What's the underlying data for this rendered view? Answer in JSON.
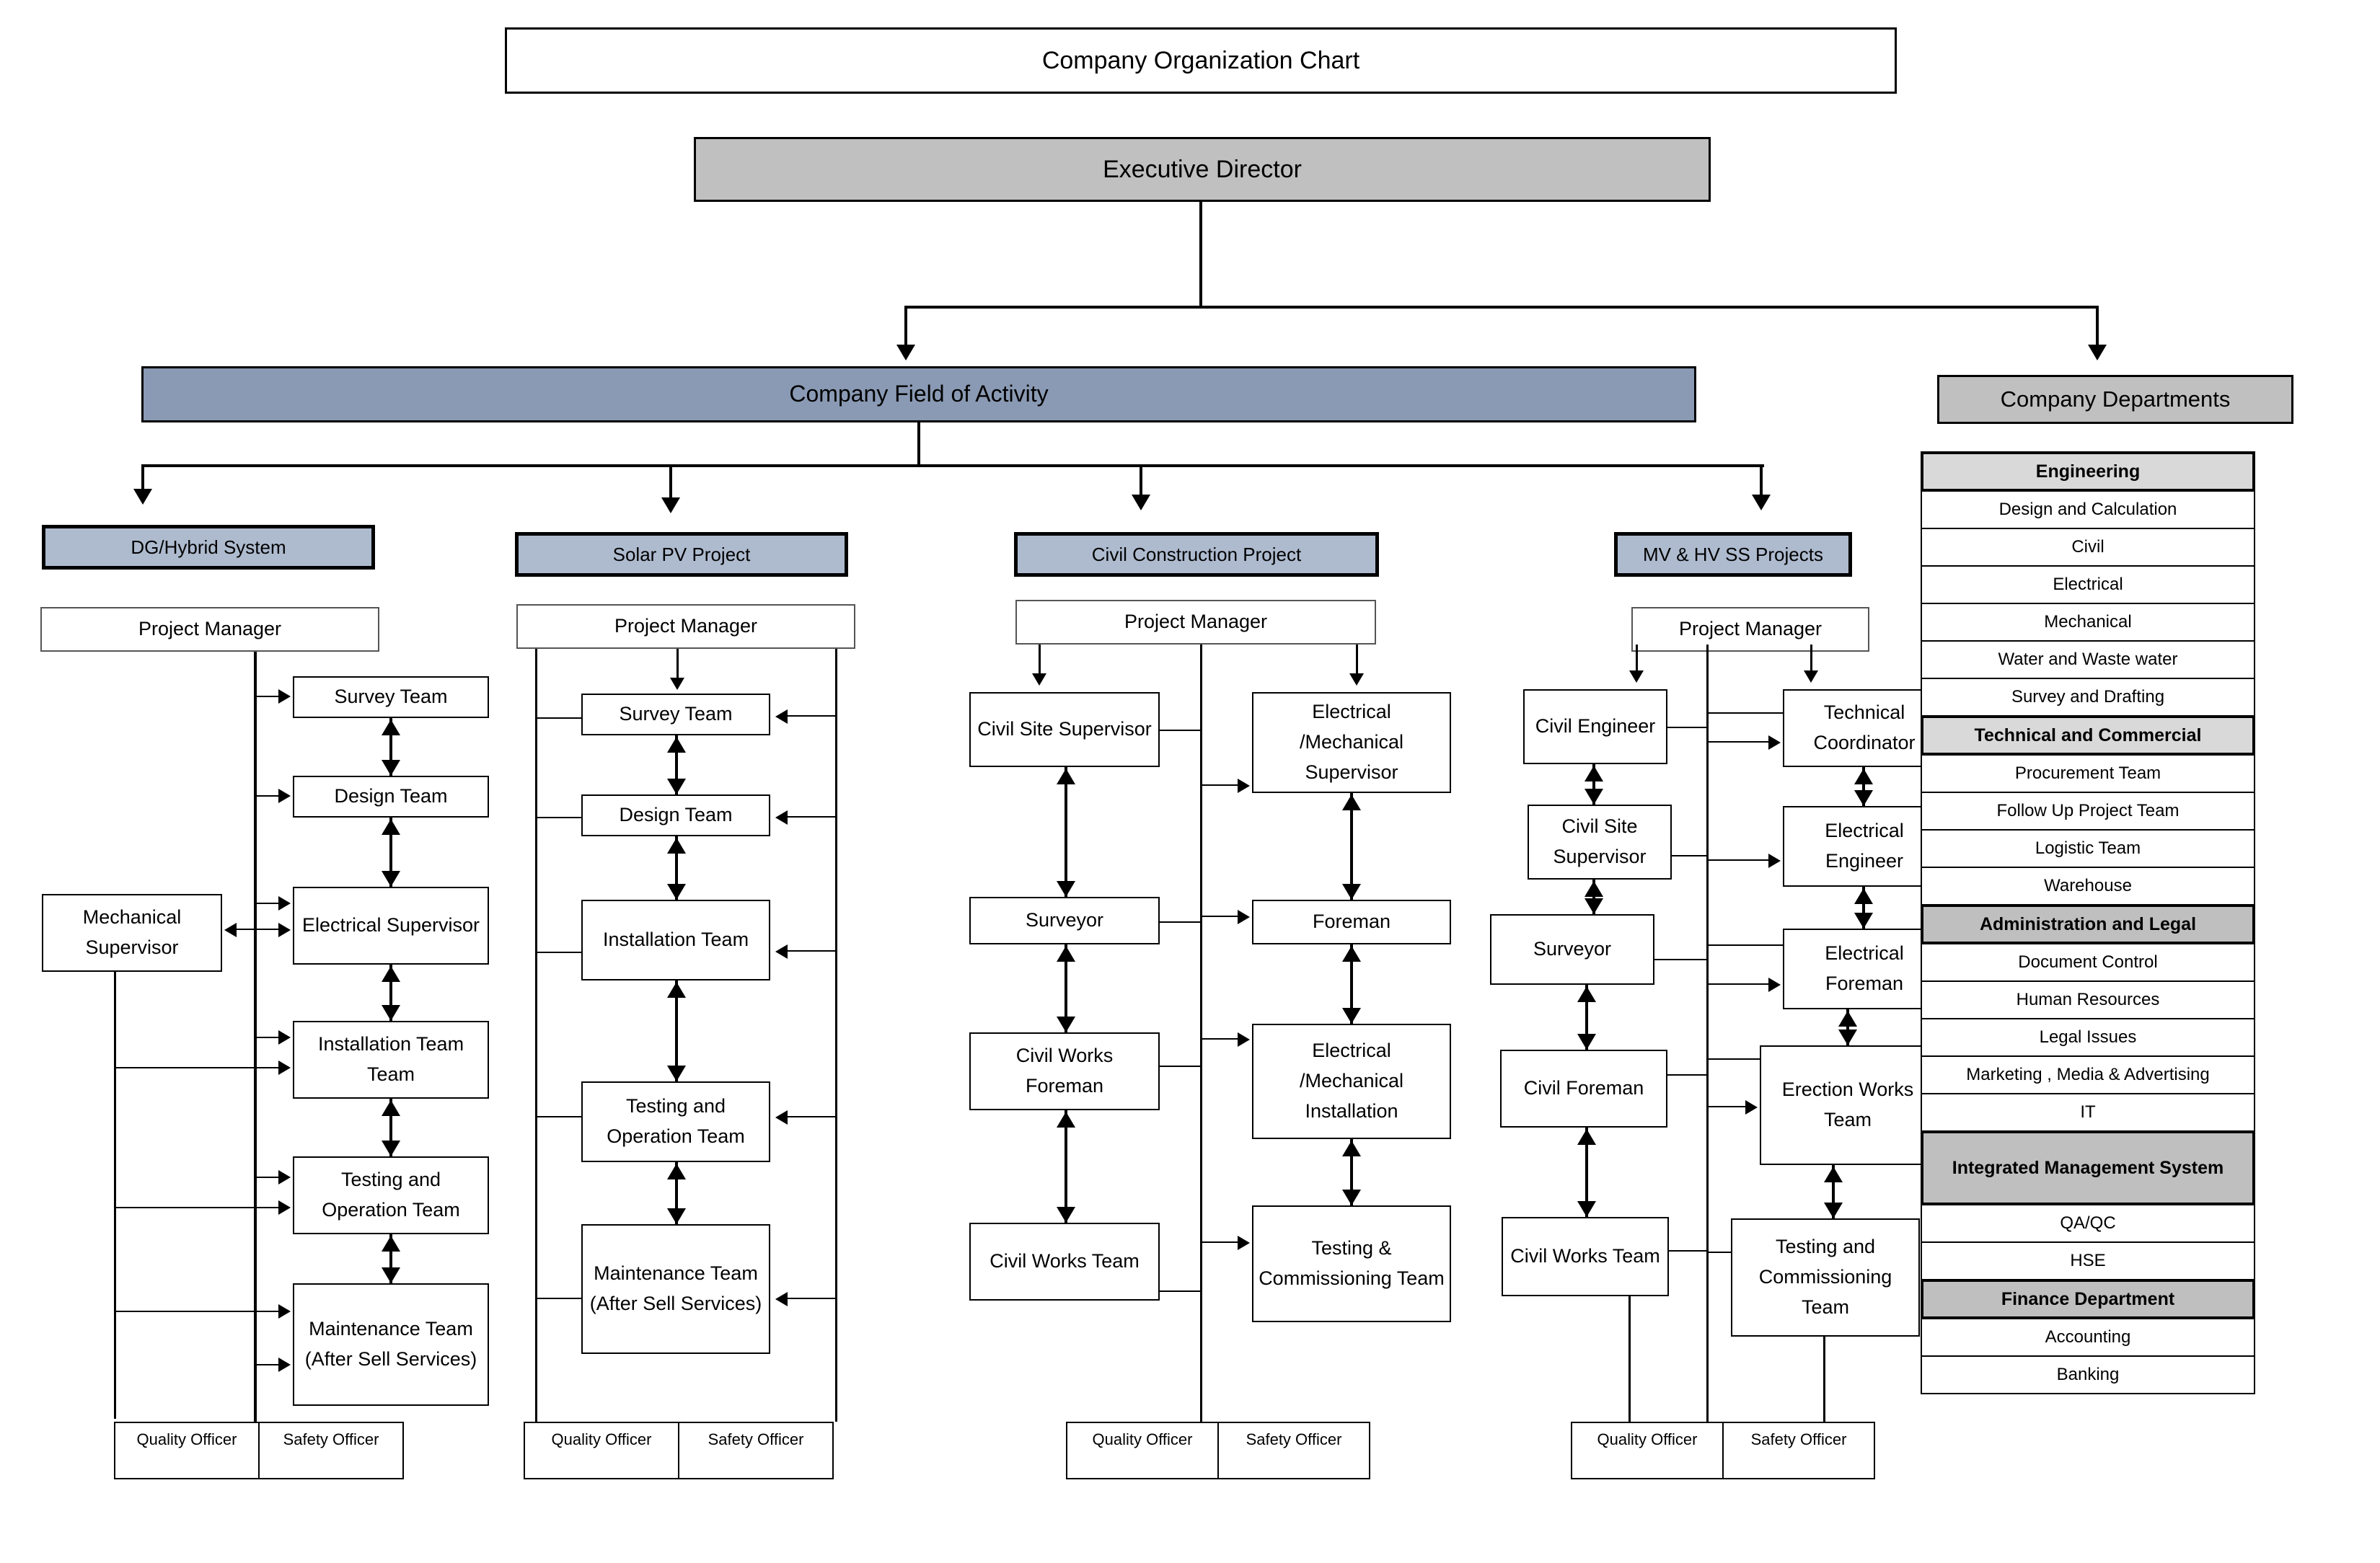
{
  "chart_data": {
    "type": "diagram",
    "title": "Company Organization Chart",
    "root": "Executive Director",
    "branches": [
      "Company Field of Activity",
      "Company Departments"
    ]
  },
  "title": "Company Organization Chart",
  "executive": "Executive Director",
  "activity_header": "Company Field of Activity",
  "departments_header": "Company Departments",
  "labels": {
    "project_manager": "Project Manager",
    "quality_officer": "Quality Officer",
    "safety_officer": "Safety Officer"
  },
  "projects": [
    {
      "name": "DG/Hybrid System",
      "manager": "Project Manager",
      "side_node": "Mechanical Supervisor",
      "nodes": [
        "Survey Team",
        "Design  Team",
        "Electrical Supervisor",
        "Installation Team Team",
        "Testing and Operation Team",
        "Maintenance Team (After Sell Services)"
      ],
      "officers": [
        "Quality Officer",
        "Safety Officer"
      ]
    },
    {
      "name": "Solar PV Project",
      "manager": "Project Manager",
      "nodes": [
        "Survey Team",
        "Design Team",
        "Installation Team",
        "Testing and Operation Team",
        "Maintenance Team (After Sell Services)"
      ],
      "officers": [
        "Quality Officer",
        "Safety Officer"
      ]
    },
    {
      "name": "Civil Construction Project",
      "manager": "Project Manager",
      "left_nodes": [
        "Civil Site Supervisor",
        "Surveyor",
        "Civil Works Foreman",
        "Civil Works Team"
      ],
      "right_nodes": [
        "Electrical /Mechanical Supervisor",
        "Foreman",
        "Electrical /Mechanical Installation",
        "Testing & Commissioning Team"
      ],
      "officers": [
        "Quality Officer",
        "Safety Officer"
      ]
    },
    {
      "name": "MV & HV SS Projects",
      "manager": "Project Manager",
      "left_nodes": [
        "Civil Engineer",
        "Civil Site Supervisor",
        "Surveyor",
        "Civil Foreman",
        "Civil Works Team"
      ],
      "right_nodes": [
        "Technical Coordinator",
        "Electrical Engineer",
        "Electrical Foreman",
        "Erection Works Team",
        "Testing and Commissioning Team"
      ],
      "officers": [
        "Quality Officer",
        "Safety Officer"
      ]
    }
  ],
  "departments": [
    {
      "label": "Engineering",
      "type": "group",
      "shade": "light"
    },
    {
      "label": "Design and Calculation",
      "type": "item"
    },
    {
      "label": "Civil",
      "type": "item"
    },
    {
      "label": "Electrical",
      "type": "item"
    },
    {
      "label": "Mechanical",
      "type": "item"
    },
    {
      "label": "Water and Waste water",
      "type": "item"
    },
    {
      "label": "Survey and Drafting",
      "type": "item"
    },
    {
      "label": "Technical and Commercial",
      "type": "group",
      "shade": "light"
    },
    {
      "label": "Procurement Team",
      "type": "item"
    },
    {
      "label": "Follow Up Project Team",
      "type": "item"
    },
    {
      "label": "Logistic Team",
      "type": "item"
    },
    {
      "label": "Warehouse",
      "type": "item"
    },
    {
      "label": "Administration and Legal",
      "type": "group",
      "shade": "dark"
    },
    {
      "label": "Document Control",
      "type": "item"
    },
    {
      "label": "Human Resources",
      "type": "item"
    },
    {
      "label": "Legal Issues",
      "type": "item"
    },
    {
      "label": "Marketing , Media & Advertising",
      "type": "item"
    },
    {
      "label": "IT",
      "type": "item"
    },
    {
      "label": "Integrated Management System",
      "type": "group",
      "shade": "dark",
      "tall": true
    },
    {
      "label": "QA/QC",
      "type": "item"
    },
    {
      "label": "HSE",
      "type": "item"
    },
    {
      "label": "Finance Department",
      "type": "group",
      "shade": "dark"
    },
    {
      "label": "Accounting",
      "type": "item"
    },
    {
      "label": "Banking",
      "type": "item"
    }
  ],
  "colors": {
    "activity_fill": "#8a9ab4",
    "project_fill": "#aebbcf",
    "executive_fill": "#c0c0c0",
    "group_light": "#d9d9d9",
    "group_dark": "#bfbfbf",
    "line": "#000000"
  }
}
